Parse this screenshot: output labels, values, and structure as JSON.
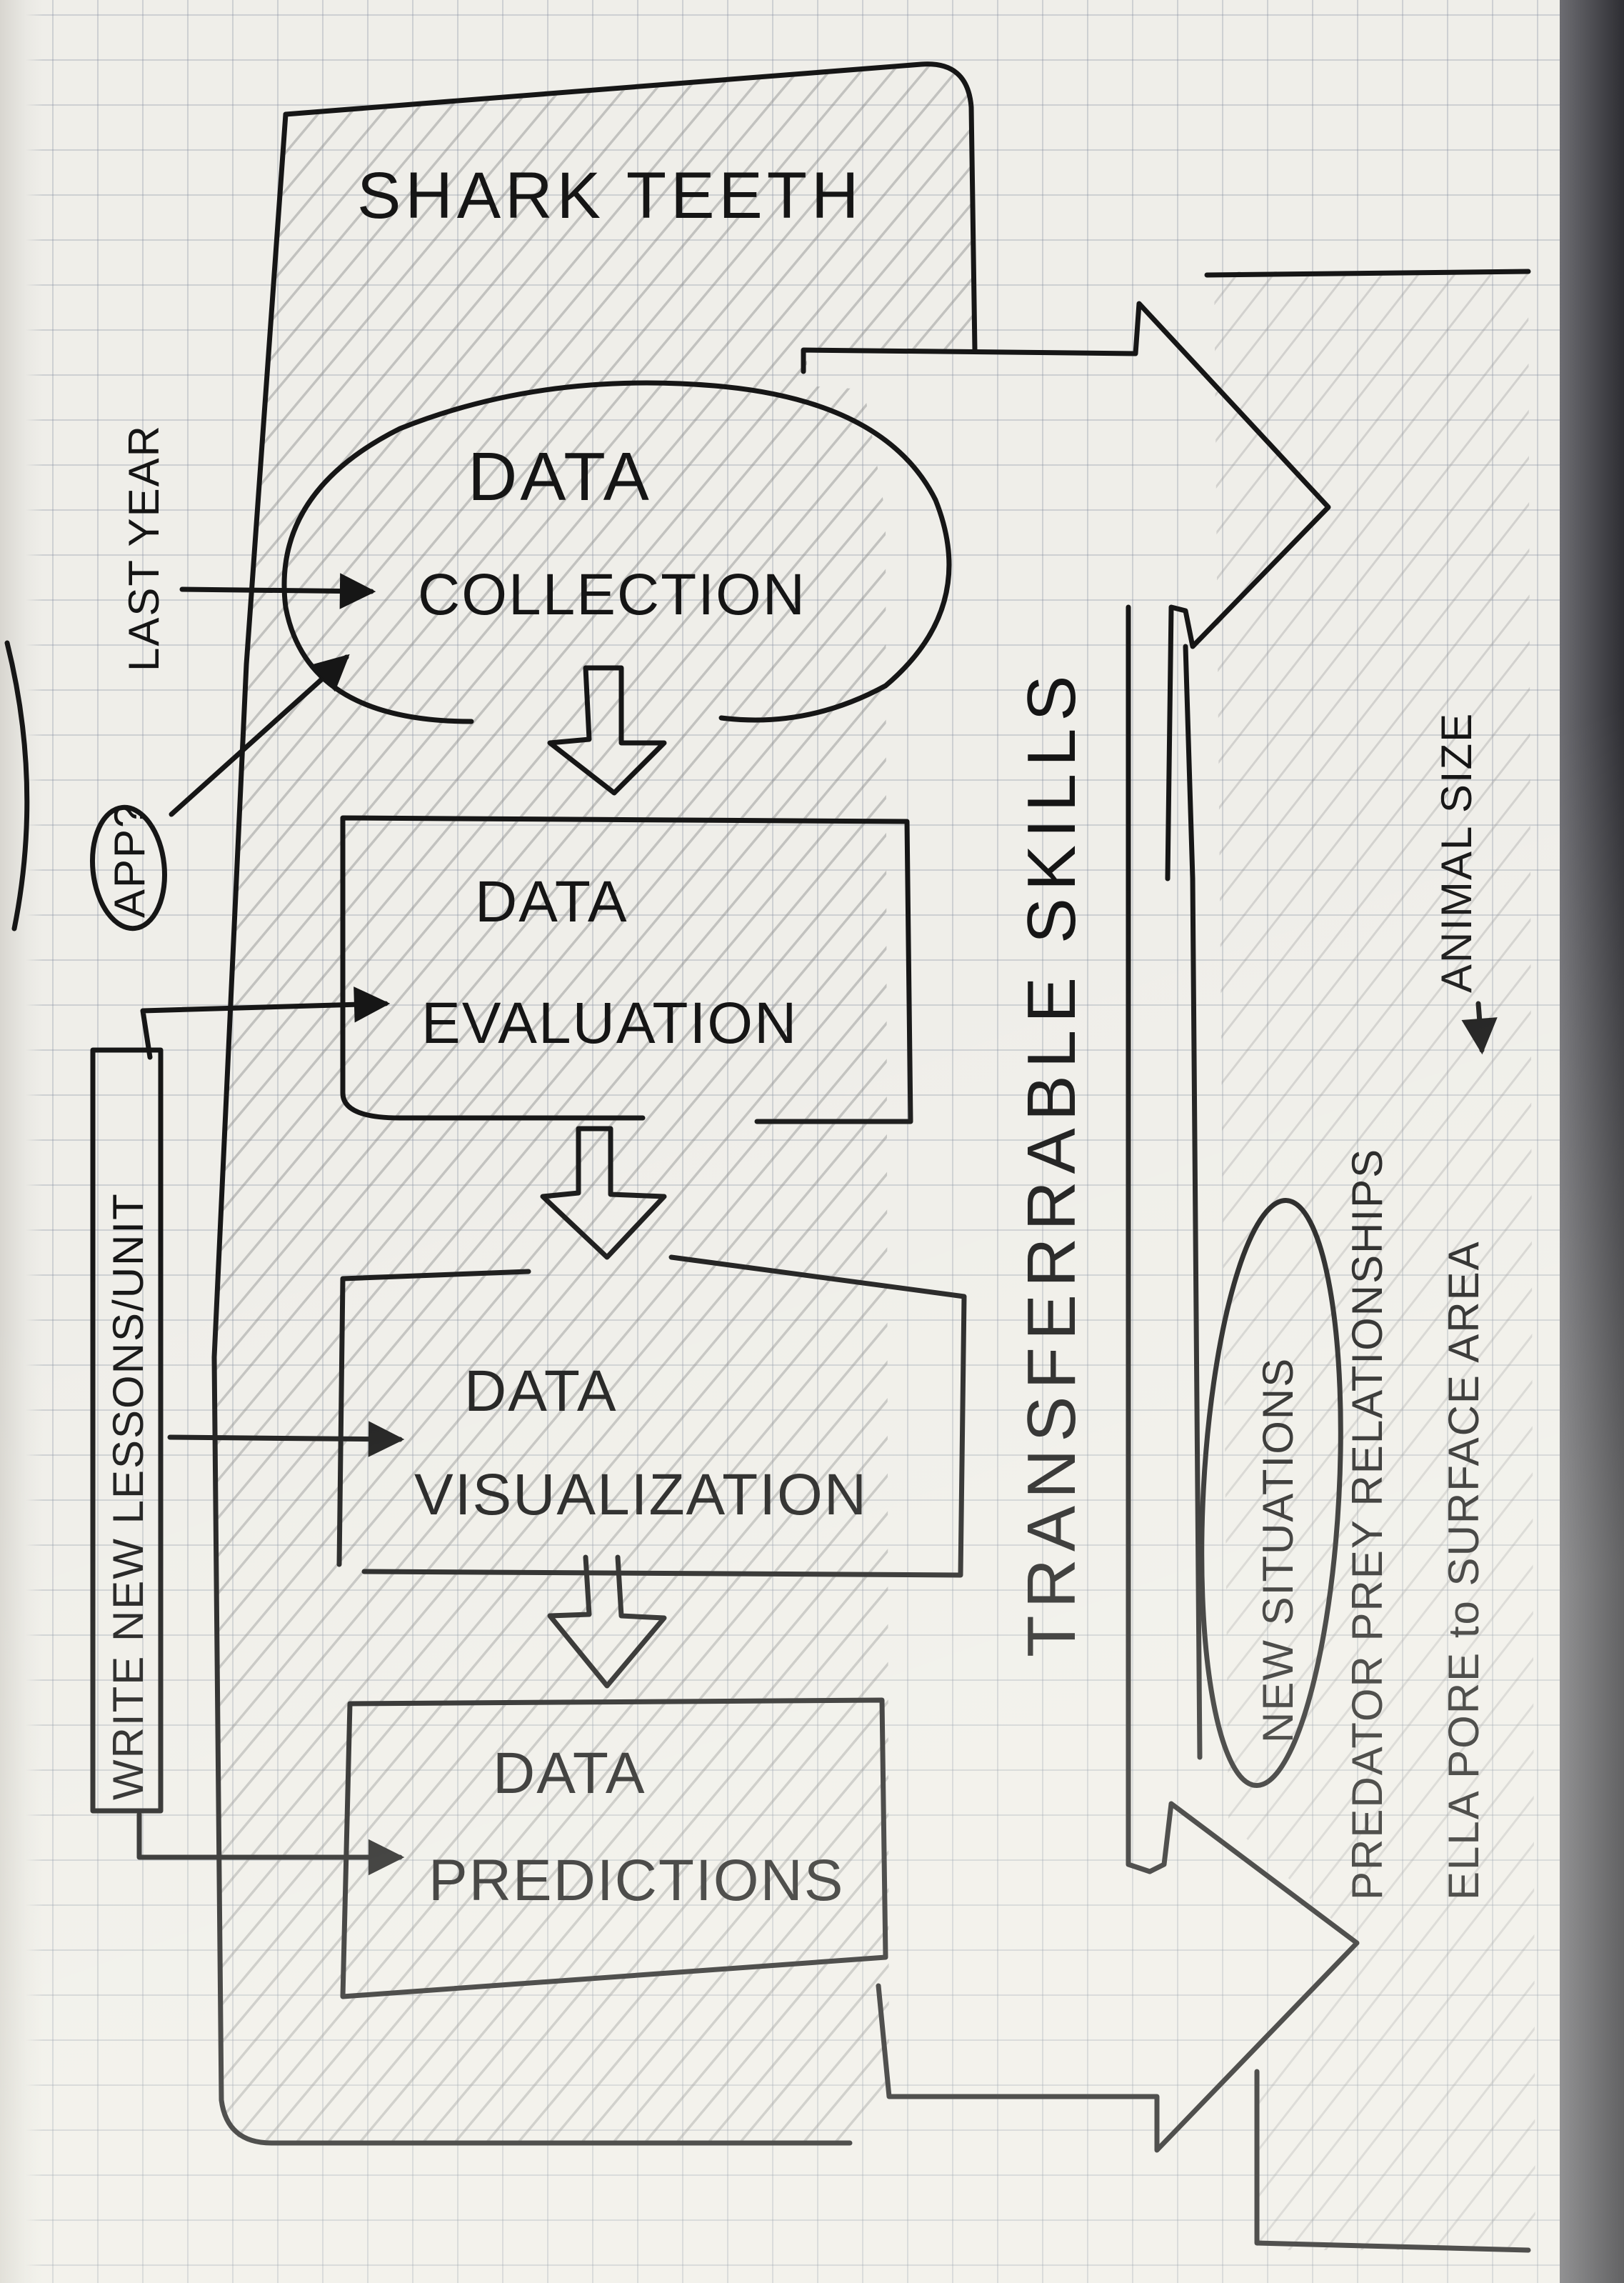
{
  "title": "SHARK TEETH",
  "stages": [
    {
      "line1": "DATA",
      "line2": "COLLECTION"
    },
    {
      "line1": "DATA",
      "line2": "EVALUATION"
    },
    {
      "line1": "DATA",
      "line2": "VISUALIZATION"
    },
    {
      "line1": "DATA",
      "line2": "PREDICTIONS"
    }
  ],
  "inputs": {
    "last_year": "LAST YEAR",
    "app": "APP?",
    "write_new": "WRITE NEW LESSONS/UNIT"
  },
  "transferable": "TRANSFERRABLE SKILLS",
  "new_situations": "NEW SITUATIONS",
  "relationships": "PREDATOR PREY RELATIONSHIPS",
  "ella": "ELLA PORE to SURFACE AREA",
  "animal_size": "ANIMAL SIZE"
}
